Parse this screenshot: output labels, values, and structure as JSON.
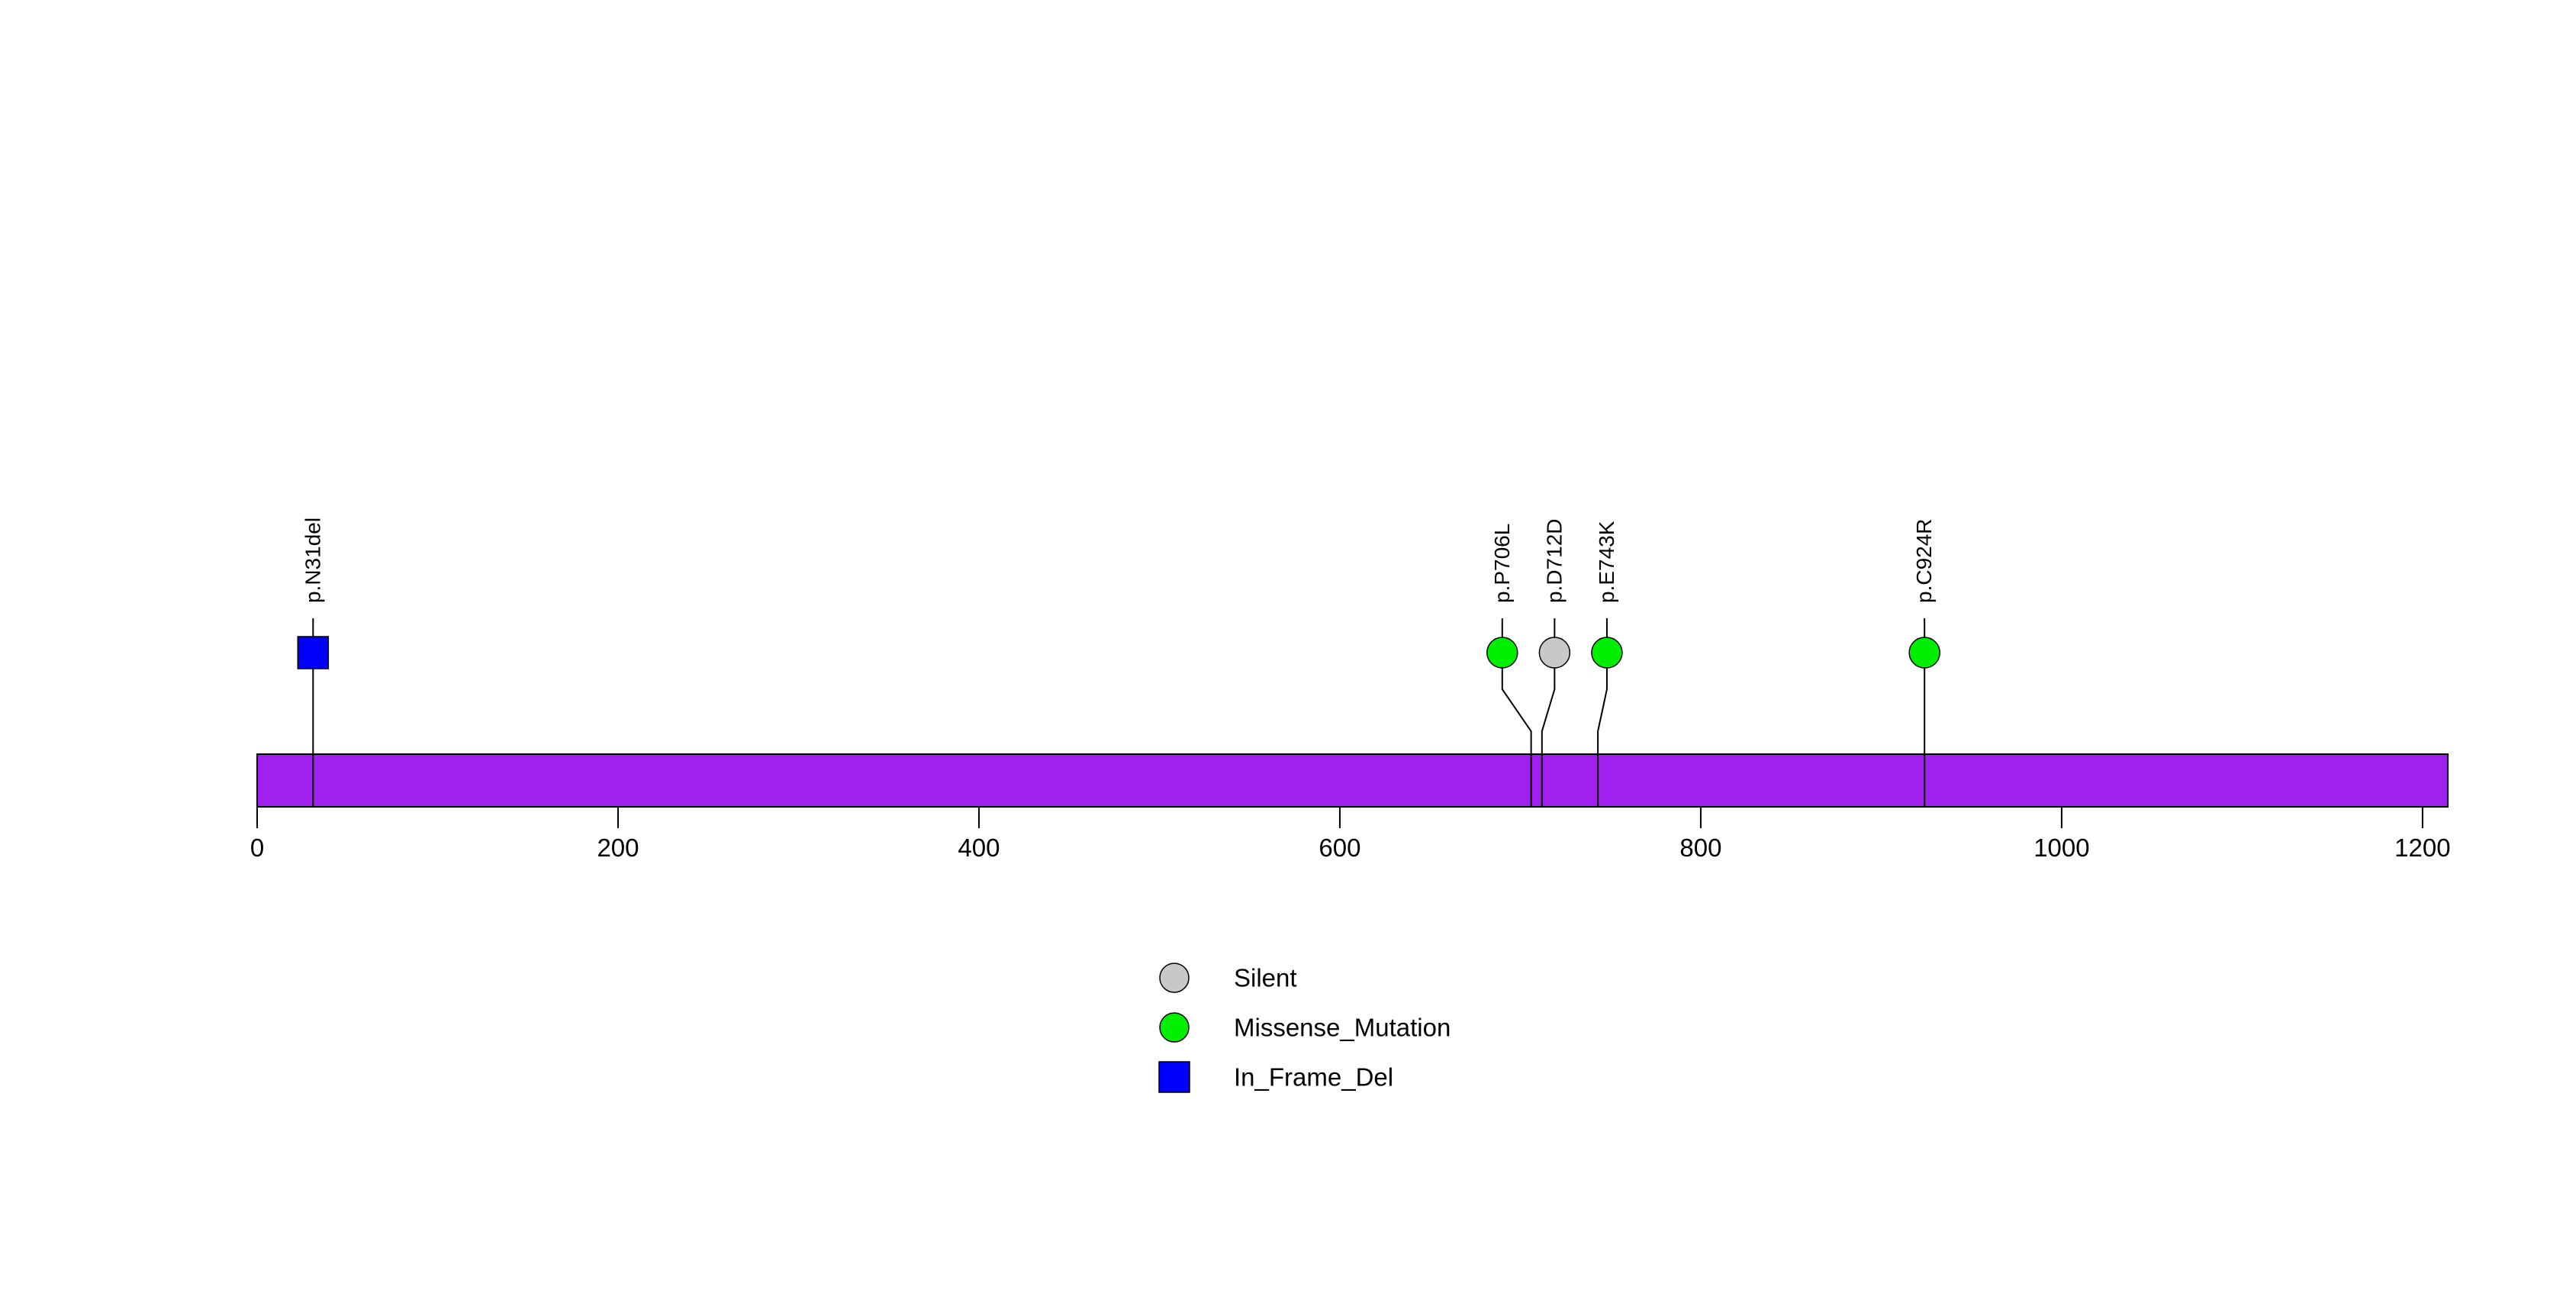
{
  "figure": {
    "background_color": "#FFFFFF",
    "description": "Protein lollipop mutation plot"
  },
  "chart_data": {
    "type": "lollipop",
    "title": "",
    "xlabel": "",
    "ylabel": "",
    "xlim": [
      0,
      1214
    ],
    "axis_ticks": [
      0,
      200,
      400,
      600,
      800,
      1000,
      1200
    ],
    "axis_tick_labels": [
      "0",
      "200",
      "400",
      "600",
      "800",
      "1000",
      "1200"
    ],
    "protein_bar": {
      "start": 0,
      "end": 1214,
      "color": "#A020F0",
      "border_color": "#000000"
    },
    "mutations": [
      {
        "label": "p.N31del",
        "pos": 31,
        "label_pos": 31,
        "type": "In_Frame_Del",
        "shape": "square",
        "color": "#0000FF"
      },
      {
        "label": "p.P706L",
        "pos": 706,
        "label_pos": 690,
        "type": "Missense_Mutation",
        "shape": "circle",
        "color": "#00EE00"
      },
      {
        "label": "p.D712D",
        "pos": 712,
        "label_pos": 719,
        "type": "Silent",
        "shape": "circle",
        "color": "#C8C8C8"
      },
      {
        "label": "p.E743K",
        "pos": 743,
        "label_pos": 748,
        "type": "Missense_Mutation",
        "shape": "circle",
        "color": "#00EE00"
      },
      {
        "label": "p.C924R",
        "pos": 924,
        "label_pos": 924,
        "type": "Missense_Mutation",
        "shape": "circle",
        "color": "#00EE00"
      }
    ],
    "legend": {
      "position": "bottom-center",
      "entries": [
        {
          "label": "Silent",
          "shape": "circle",
          "color": "#C8C8C8"
        },
        {
          "label": "Missense_Mutation",
          "shape": "circle",
          "color": "#00EE00"
        },
        {
          "label": "In_Frame_Del",
          "shape": "square",
          "color": "#0000FF"
        }
      ]
    },
    "stem_color": "#000000",
    "grid": false
  }
}
